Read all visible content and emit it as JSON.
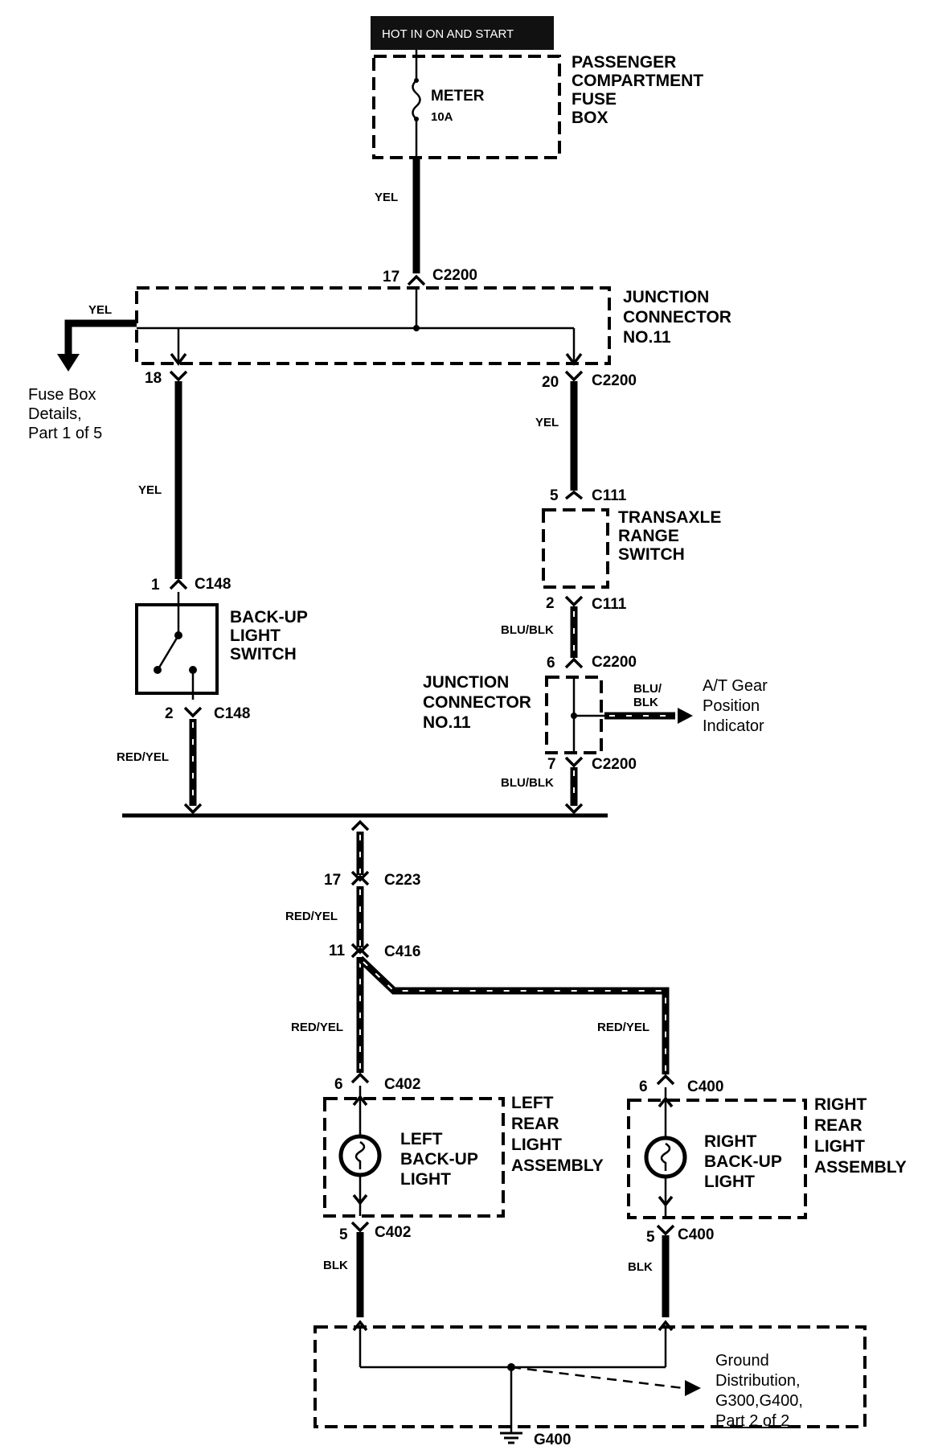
{
  "header": {
    "hot_label": "HOT IN ON AND START"
  },
  "fuse_box": {
    "name_lines": [
      "PASSENGER",
      "COMPARTMENT",
      "FUSE",
      "BOX"
    ],
    "fuse_name": "METER",
    "fuse_rating": "10A"
  },
  "junction_top": {
    "name_lines": [
      "JUNCTION",
      "CONNECTOR",
      "NO.11"
    ],
    "pin_in": "17",
    "conn_in": "C2200",
    "pin_left": "18",
    "pin_right": "20",
    "conn_right": "C2200"
  },
  "fuse_ref": {
    "wire": "YEL",
    "lines": [
      "Fuse Box",
      "Details,",
      "Part 1 of 5"
    ]
  },
  "wires": {
    "fuse_out": "YEL",
    "left_branch": "YEL",
    "right_branch": "YEL",
    "trs_out": "BLU/BLK",
    "jc2_out": "BLU/BLK",
    "bus_out": "RED/YEL",
    "switch_out": "RED/YEL",
    "c416_left": "RED/YEL",
    "c416_right": "RED/YEL",
    "left_ground": "BLK",
    "right_ground": "BLK",
    "indicator_lines": [
      "BLU/",
      "BLK"
    ]
  },
  "transaxle": {
    "name_lines": [
      "TRANSAXLE",
      "RANGE",
      "SWITCH"
    ],
    "pin_in": "5",
    "conn_in": "C111",
    "pin_out": "2",
    "conn_out": "C111"
  },
  "backup_switch": {
    "name_lines": [
      "BACK-UP",
      "LIGHT",
      "SWITCH"
    ],
    "pin_in": "1",
    "conn_in": "C148",
    "pin_out": "2",
    "conn_out": "C148"
  },
  "junction_mid": {
    "name_lines": [
      "JUNCTION",
      "CONNECTOR",
      "NO.11"
    ],
    "pin_in": "6",
    "conn_in": "C2200",
    "pin_out": "7",
    "conn_out": "C2200"
  },
  "indicator_ref": {
    "lines": [
      "A/T Gear",
      "Position",
      "Indicator"
    ]
  },
  "c223": {
    "pin": "17",
    "conn": "C223"
  },
  "c416": {
    "pin": "11",
    "conn": "C416"
  },
  "left_light": {
    "lamp_lines": [
      "LEFT",
      "BACK-UP",
      "LIGHT"
    ],
    "assembly_lines": [
      "LEFT",
      "REAR",
      "LIGHT",
      "ASSEMBLY"
    ],
    "pin_in": "6",
    "conn_in": "C402",
    "pin_out": "5",
    "conn_out": "C402"
  },
  "right_light": {
    "lamp_lines": [
      "RIGHT",
      "BACK-UP",
      "LIGHT"
    ],
    "assembly_lines": [
      "RIGHT",
      "REAR",
      "LIGHT",
      "ASSEMBLY"
    ],
    "pin_in": "6",
    "conn_in": "C400",
    "pin_out": "5",
    "conn_out": "C400"
  },
  "ground": {
    "ref_lines": [
      "Ground",
      "Distribution,",
      "G300,G400,",
      "Part 2 of 2"
    ],
    "name": "G400"
  }
}
